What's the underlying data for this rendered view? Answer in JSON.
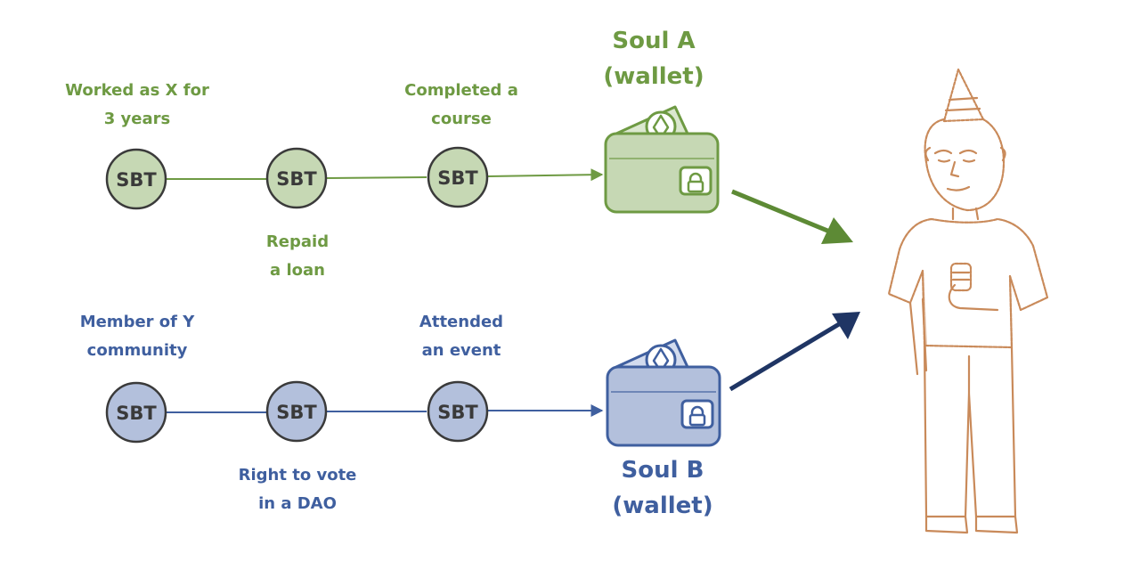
{
  "row_a": {
    "tokens": [
      "SBT",
      "SBT",
      "SBT"
    ],
    "label_1": [
      "Worked as X for",
      "3 years"
    ],
    "label_2": [
      "Repaid",
      "a loan"
    ],
    "label_3": [
      "Completed a",
      "course"
    ],
    "wallet_title": [
      "Soul A",
      "(wallet)"
    ]
  },
  "row_b": {
    "tokens": [
      "SBT",
      "SBT",
      "SBT"
    ],
    "label_1": [
      "Member of Y",
      "community"
    ],
    "label_2": [
      "Right to vote",
      "in a DAO"
    ],
    "label_3": [
      "Attended",
      "an event"
    ],
    "wallet_title": [
      "Soul B",
      "(wallet)"
    ]
  },
  "colors": {
    "green": "#6e9a43",
    "green_fill": "#c6d8b4",
    "blue": "#3f5f9f",
    "blue_fill": "#b3c0dc",
    "dark_blue_arrow": "#1f3564",
    "person": "#c98a5a"
  },
  "icons": [
    "wallet-icon",
    "ethereum-icon",
    "lock-icon",
    "person-figure"
  ]
}
